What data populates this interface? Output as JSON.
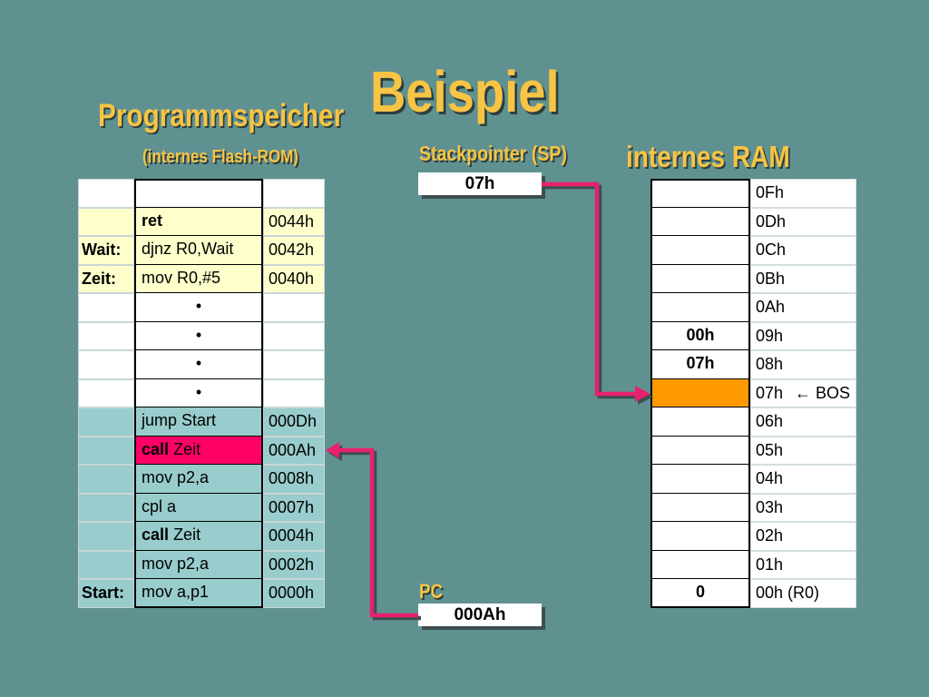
{
  "title": "Beispiel",
  "colors": {
    "background": "#5F9191",
    "heading": "#F7C444",
    "white": "#FFFFFF",
    "yellow": "#FFFFCC",
    "teal": "#99CCCC",
    "highlight": "#FF0066",
    "bos": "#FF9900",
    "arrow": "#E8206E"
  },
  "program_memory": {
    "heading": "Programmspeicher",
    "subheading": "(internes Flash-ROM)",
    "rows": [
      {
        "label": "",
        "bold": "",
        "code": "",
        "addr": "",
        "fill": "white"
      },
      {
        "label": "",
        "bold": "ret",
        "code": "",
        "addr": "0044h",
        "fill": "yellow"
      },
      {
        "label": "Wait:",
        "bold": "",
        "code": "djnz R0,Wait",
        "addr": "0042h",
        "fill": "yellow"
      },
      {
        "label": "Zeit:",
        "bold": "",
        "code": "mov R0,#5",
        "addr": "0040h",
        "fill": "yellow"
      },
      {
        "label": "",
        "bold": "",
        "code": "•",
        "addr": "",
        "fill": "white"
      },
      {
        "label": "",
        "bold": "",
        "code": "•",
        "addr": "",
        "fill": "white"
      },
      {
        "label": "",
        "bold": "",
        "code": "•",
        "addr": "",
        "fill": "white"
      },
      {
        "label": "",
        "bold": "",
        "code": "•",
        "addr": "",
        "fill": "white"
      },
      {
        "label": "",
        "bold": "",
        "code": "jump Start",
        "addr": "000Dh",
        "fill": "teal"
      },
      {
        "label": "",
        "bold": "call",
        "code": "Zeit",
        "addr": "000Ah",
        "fill": "teal",
        "highlight": true
      },
      {
        "label": "",
        "bold": "",
        "code": "mov p2,a",
        "addr": "0008h",
        "fill": "teal"
      },
      {
        "label": "",
        "bold": "",
        "code": "cpl a",
        "addr": "0007h",
        "fill": "teal"
      },
      {
        "label": "",
        "bold": "call",
        "code": "Zeit",
        "addr": "0004h",
        "fill": "teal"
      },
      {
        "label": "",
        "bold": "",
        "code": "mov p2,a",
        "addr": "0002h",
        "fill": "teal"
      },
      {
        "label": "Start:",
        "bold": "",
        "code": "mov a,p1",
        "addr": "0000h",
        "fill": "teal"
      }
    ]
  },
  "stack_pointer": {
    "label": "Stackpointer (SP)",
    "value": "07h"
  },
  "program_counter": {
    "label": "PC",
    "value": "000Ah"
  },
  "internal_ram": {
    "heading": "internes RAM",
    "rows": [
      {
        "value": "",
        "addr": "0Fh"
      },
      {
        "value": "",
        "addr": "0Dh"
      },
      {
        "value": "",
        "addr": "0Ch"
      },
      {
        "value": "",
        "addr": "0Bh"
      },
      {
        "value": "",
        "addr": "0Ah"
      },
      {
        "value": "00h",
        "addr": "09h"
      },
      {
        "value": "07h",
        "addr": "08h"
      },
      {
        "value": "",
        "addr": "07h",
        "note": "BOS",
        "note_icon": "left-arrow-icon",
        "bottom_of_stack": true
      },
      {
        "value": "",
        "addr": "06h"
      },
      {
        "value": "",
        "addr": "05h"
      },
      {
        "value": "",
        "addr": "04h"
      },
      {
        "value": "",
        "addr": "03h"
      },
      {
        "value": "",
        "addr": "02h"
      },
      {
        "value": "",
        "addr": "01h"
      },
      {
        "value": "0",
        "addr": "00h (R0)"
      }
    ]
  }
}
